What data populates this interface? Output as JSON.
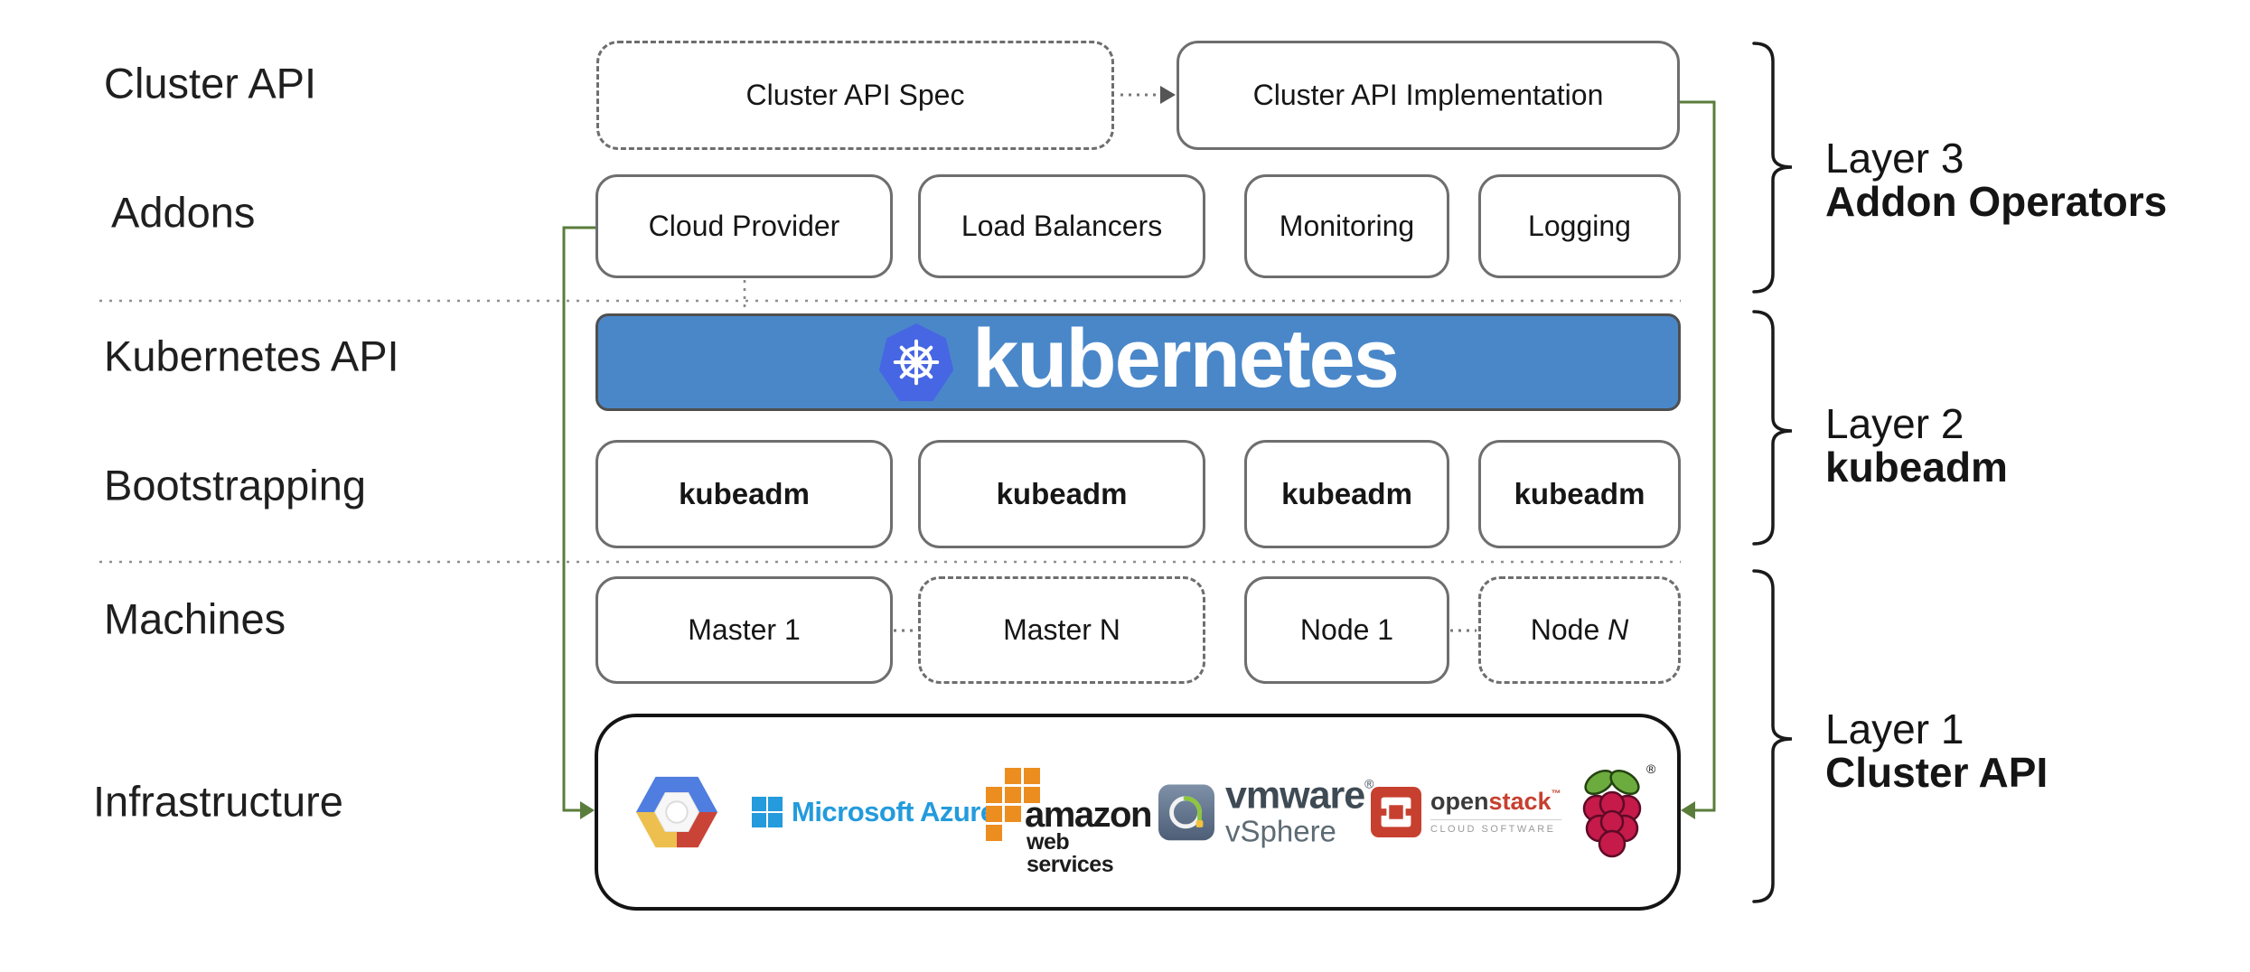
{
  "row_labels": [
    {
      "label": "Cluster API"
    },
    {
      "label": "Addons"
    },
    {
      "label": "Kubernetes API"
    },
    {
      "label": "Bootstrapping"
    },
    {
      "label": "Machines"
    },
    {
      "label": "Infrastructure"
    }
  ],
  "cluster_api_row": {
    "spec_label": "Cluster API Spec",
    "impl_label": "Cluster API Implementation"
  },
  "addons_row": {
    "items": [
      "Cloud Provider",
      "Load Balancers",
      "Monitoring",
      "Logging"
    ]
  },
  "kubernetes_banner": {
    "label": "kubernetes"
  },
  "bootstrapping_row": {
    "items": [
      "kubeadm",
      "kubeadm",
      "kubeadm",
      "kubeadm"
    ]
  },
  "machines_row": {
    "box1": "Master 1",
    "box2": "Master N",
    "box3": "Node 1",
    "box4_prefix": "Node ",
    "box4_suffix": "N"
  },
  "infrastructure": {
    "providers": [
      "Google Cloud Platform",
      "Microsoft Azure",
      "Amazon Web Services",
      "VMware vSphere",
      "OpenStack",
      "Raspberry Pi"
    ],
    "azure": {
      "text": "Microsoft Azure"
    },
    "aws": {
      "line1": "amazon",
      "line2": "web services"
    },
    "vmware": {
      "name": "vmware",
      "reg": "®",
      "product": "vSphere"
    },
    "openstack": {
      "part1": "open",
      "part2": "stack",
      "tm": "™",
      "subtitle": "CLOUD SOFTWARE"
    },
    "rpi": {
      "reg": "®"
    }
  },
  "layers": [
    {
      "line1": "Layer 3",
      "line2": "Addon Operators"
    },
    {
      "line1": "Layer 2",
      "line2": "kubeadm"
    },
    {
      "line1": "Layer 1",
      "line2": "Cluster API"
    }
  ],
  "colors": {
    "banner_bg": "#4a87c9",
    "k8s_logo_blue": "#4666e3",
    "connector_green": "#5a7d3b",
    "box_border": "#6e6e6e",
    "brace_black": "#1a1a1a",
    "azure_blue": "#239bdc",
    "aws_orange": "#ec8d20",
    "openstack_red": "#c7402f",
    "vmware_slate": "#3e4a54",
    "gcp_blue": "#4f7de0",
    "gcp_red": "#c94437",
    "gcp_yellow": "#edbf4e",
    "rpi_green": "#6cab3d",
    "rpi_red": "#c51a4a"
  }
}
